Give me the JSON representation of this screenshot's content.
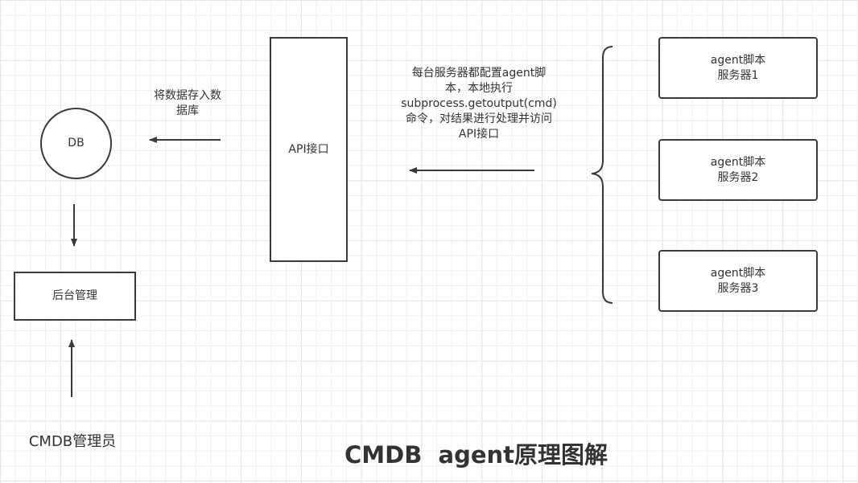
{
  "diagram": {
    "title": "CMDB  agent原理图解",
    "nodes": {
      "db": "DB",
      "api": "API接口",
      "admin_backend": "后台管理",
      "admin_user": "CMDB管理员",
      "agents": [
        {
          "line1": "agent脚本",
          "line2": "服务器1"
        },
        {
          "line1": "agent脚本",
          "line2": "服务器2"
        },
        {
          "line1": "agent脚本",
          "line2": "服务器3"
        }
      ]
    },
    "edge_labels": {
      "api_to_db": [
        "将数据存入数",
        "据库"
      ],
      "agents_to_api": [
        "每台服务器都配置agent脚",
        "本，本地执行",
        "subprocess.getoutput(cmd)",
        "命令，对结果进行处理并访问",
        "API接口"
      ]
    },
    "colors": {
      "stroke": "#3a3a3a",
      "text": "#333333",
      "grid_minor": "#f0f0f0",
      "grid_major": "#e6e6e6"
    }
  }
}
